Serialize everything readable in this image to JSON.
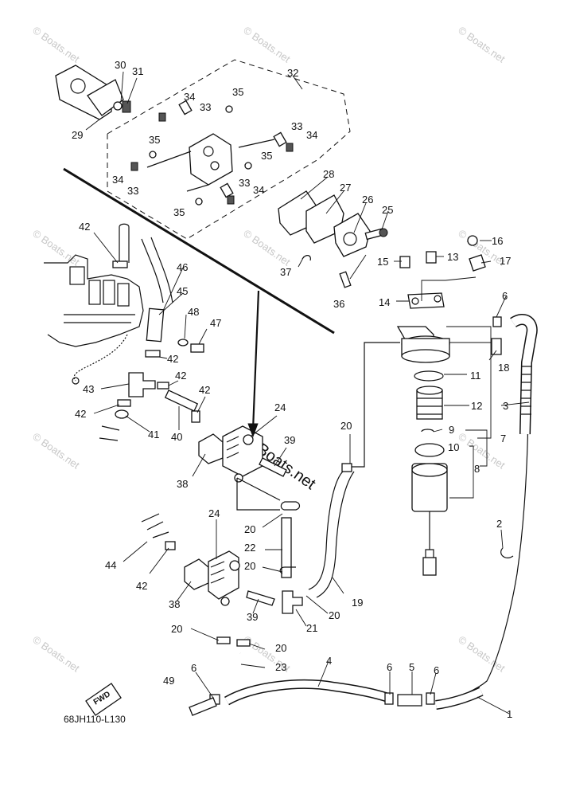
{
  "diagram": {
    "code": "68JH110-L130",
    "fwd_label": "FWD",
    "watermark": "© Boats.net",
    "big_watermark": "© Boats.net",
    "callouts": [
      "1",
      "2",
      "3",
      "4",
      "5",
      "6",
      "7",
      "8",
      "9",
      "10",
      "11",
      "12",
      "13",
      "14",
      "15",
      "16",
      "17",
      "18",
      "19",
      "20",
      "21",
      "22",
      "23",
      "24",
      "25",
      "26",
      "27",
      "28",
      "29",
      "30",
      "31",
      "32",
      "33",
      "34",
      "35",
      "36",
      "37",
      "38",
      "39",
      "40",
      "41",
      "42",
      "43",
      "44",
      "45",
      "46",
      "47",
      "48",
      "49"
    ]
  }
}
